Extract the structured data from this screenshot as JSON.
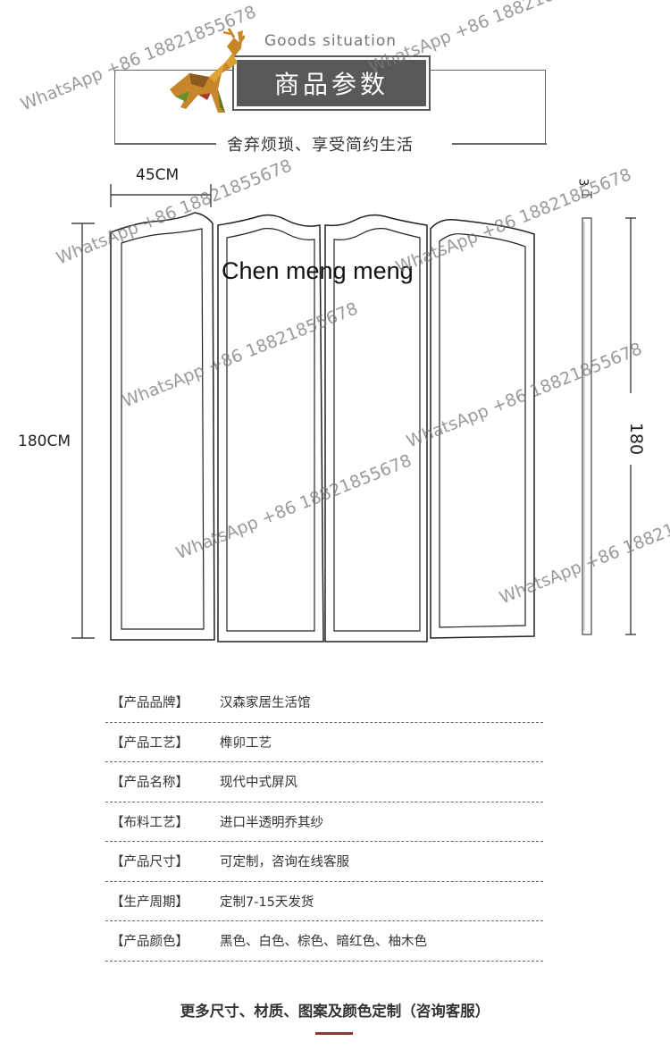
{
  "header": {
    "subtitle_en": "Goods situation",
    "title": "商品参数",
    "slogan": "舍弃烦琐、享受简约生活"
  },
  "diagram": {
    "width_label": "45CM",
    "height_label_left": "180CM",
    "height_label_right": "180",
    "thickness_label": "3",
    "brand_mark": "Chen meng meng"
  },
  "watermark_text": "WhatsApp +86 18821855678",
  "specs": [
    {
      "label": "【产品品牌】",
      "value": "汉森家居生活馆"
    },
    {
      "label": "【产品工艺】",
      "value": "榫卯工艺"
    },
    {
      "label": "【产品名称】",
      "value": "现代中式屏风"
    },
    {
      "label": "【布料工艺】",
      "value": "进口半透明乔其纱"
    },
    {
      "label": "【产品尺寸】",
      "value": "可定制，咨询在线客服"
    },
    {
      "label": "【生产周期】",
      "value": "定制7-15天发货"
    },
    {
      "label": "【产品颜色】",
      "value": "黑色、白色、棕色、暗红色、柚木色"
    }
  ],
  "footer": {
    "note": "更多尺寸、材质、图案及颜色定制（咨询客服）"
  },
  "colors": {
    "title_bg": "#595959",
    "accent": "#8b3a2e"
  },
  "icons": [
    "deer-logo-icon"
  ]
}
